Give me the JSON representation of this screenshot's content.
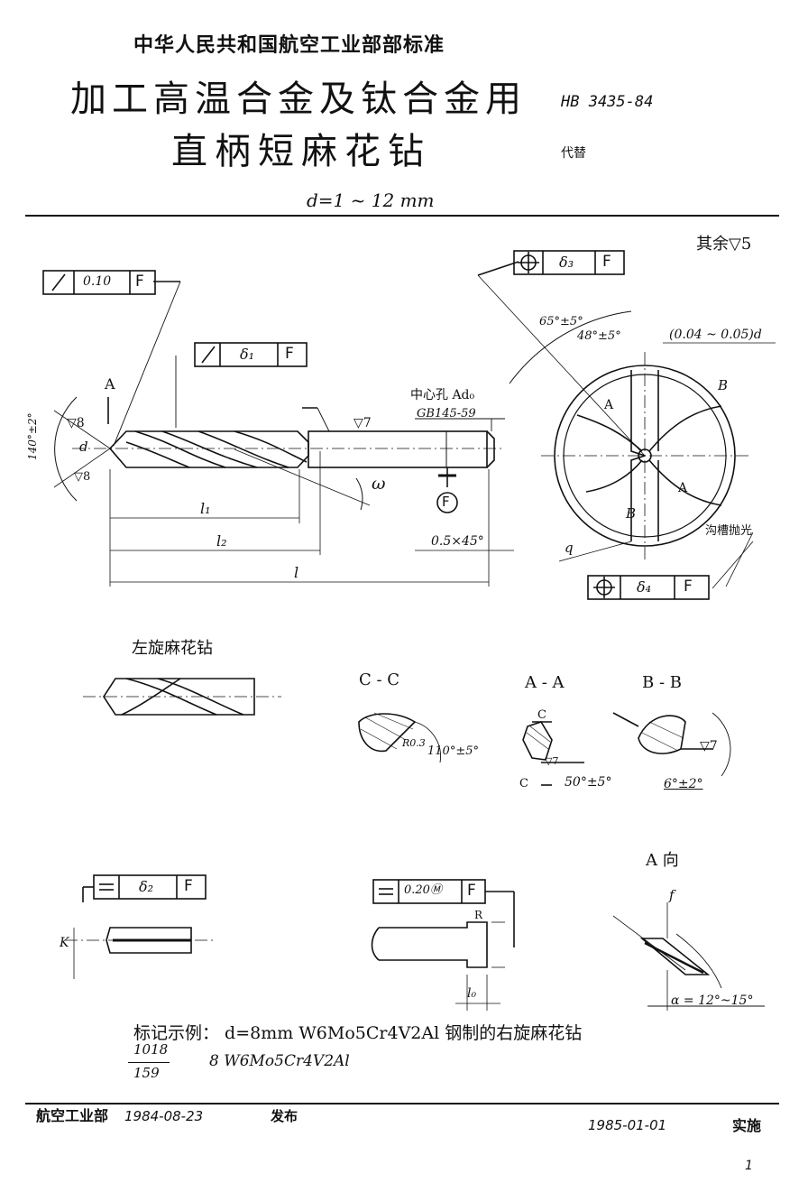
{
  "header": {
    "organization": "中华人民共和国航空工业部部标准",
    "title_line1": "加工高温合金及钛合金用",
    "title_line2": "直柄短麻花钻",
    "standard_code": "HB 3435-84",
    "replaces": "代替",
    "diameter_range": "d=1 ~ 12 mm"
  },
  "drawing": {
    "surface_rest": "其余▽5",
    "runout_main": "0.10",
    "datum": "F",
    "delta1": "δ₁",
    "delta2": "δ₂",
    "delta3": "δ₃",
    "delta4": "δ₄",
    "sym_tol": "0.20Ⓜ",
    "point_angle": "140°±2°",
    "angle_65": "65°±5°",
    "angle_48": "48°±5°",
    "web": "(0.04 ~ 0.05)d",
    "center_hole": "中心孔 Ad₀",
    "center_hole_std": "GB145-59",
    "chamfer": "0.5×45°",
    "finish_7": "▽7",
    "finish_8": "▽8",
    "groove_polish": "沟槽抛光",
    "label_A": "A",
    "label_B": "B",
    "label_C": "C",
    "label_d": "d",
    "label_l1": "l₁",
    "label_l2": "l₂",
    "label_l": "l",
    "label_w": "ω",
    "label_q": "q",
    "label_F_circle": "F",
    "left_hand_caption": "左旋麻花钻",
    "section_cc": "C - C",
    "section_aa": "A - A",
    "section_bb": "B - B",
    "r03": "R0.3",
    "angle_110": "110°±5°",
    "angle_50": "50°±5°",
    "angle_6": "6°±2°",
    "view_a": "A 向",
    "label_f": "f",
    "alpha": "α = 12°~15°",
    "label_R": "R",
    "label_l0": "l₀",
    "label_K": "K"
  },
  "example": {
    "line1": "标记示例： d=8mm  W6Mo5Cr4V2Al 钢制的右旋麻花钻",
    "frac_num": "1018",
    "frac_den": "159",
    "line2": "8  W6Mo5Cr4V2Al"
  },
  "footer": {
    "issuer": "航空工业部",
    "issue_date": "1984-08-23",
    "issued": "发布",
    "effective_date": "1985-01-01",
    "effective": "实施",
    "page_number": "1"
  }
}
